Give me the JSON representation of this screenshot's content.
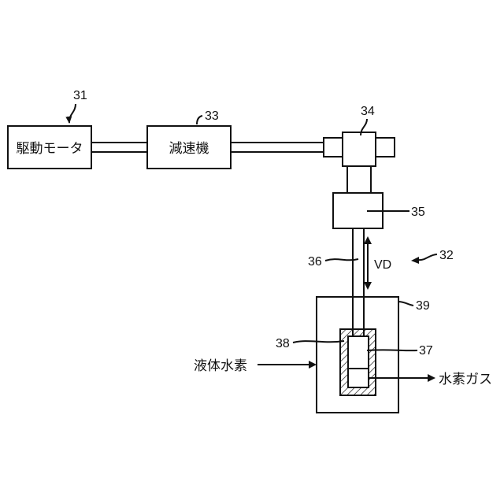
{
  "diagram": {
    "components": {
      "drive_motor": {
        "label": "駆動モータ",
        "ref": "31"
      },
      "reducer": {
        "label": "減速機",
        "ref": "33"
      },
      "joint": {
        "ref": "34"
      },
      "converter": {
        "ref": "35"
      },
      "rod": {
        "ref": "36"
      },
      "piston": {
        "ref": "37"
      },
      "cylinder": {
        "ref": "38"
      },
      "tank": {
        "ref": "39"
      },
      "pump_assembly": {
        "ref": "32"
      }
    },
    "motion_label": "VD",
    "inputs": {
      "liquid_hydrogen": "液体水素"
    },
    "outputs": {
      "hydrogen_gas": "水素ガス"
    },
    "colors": {
      "line": "#111111",
      "hatch": "#111111",
      "background": "#ffffff"
    }
  }
}
